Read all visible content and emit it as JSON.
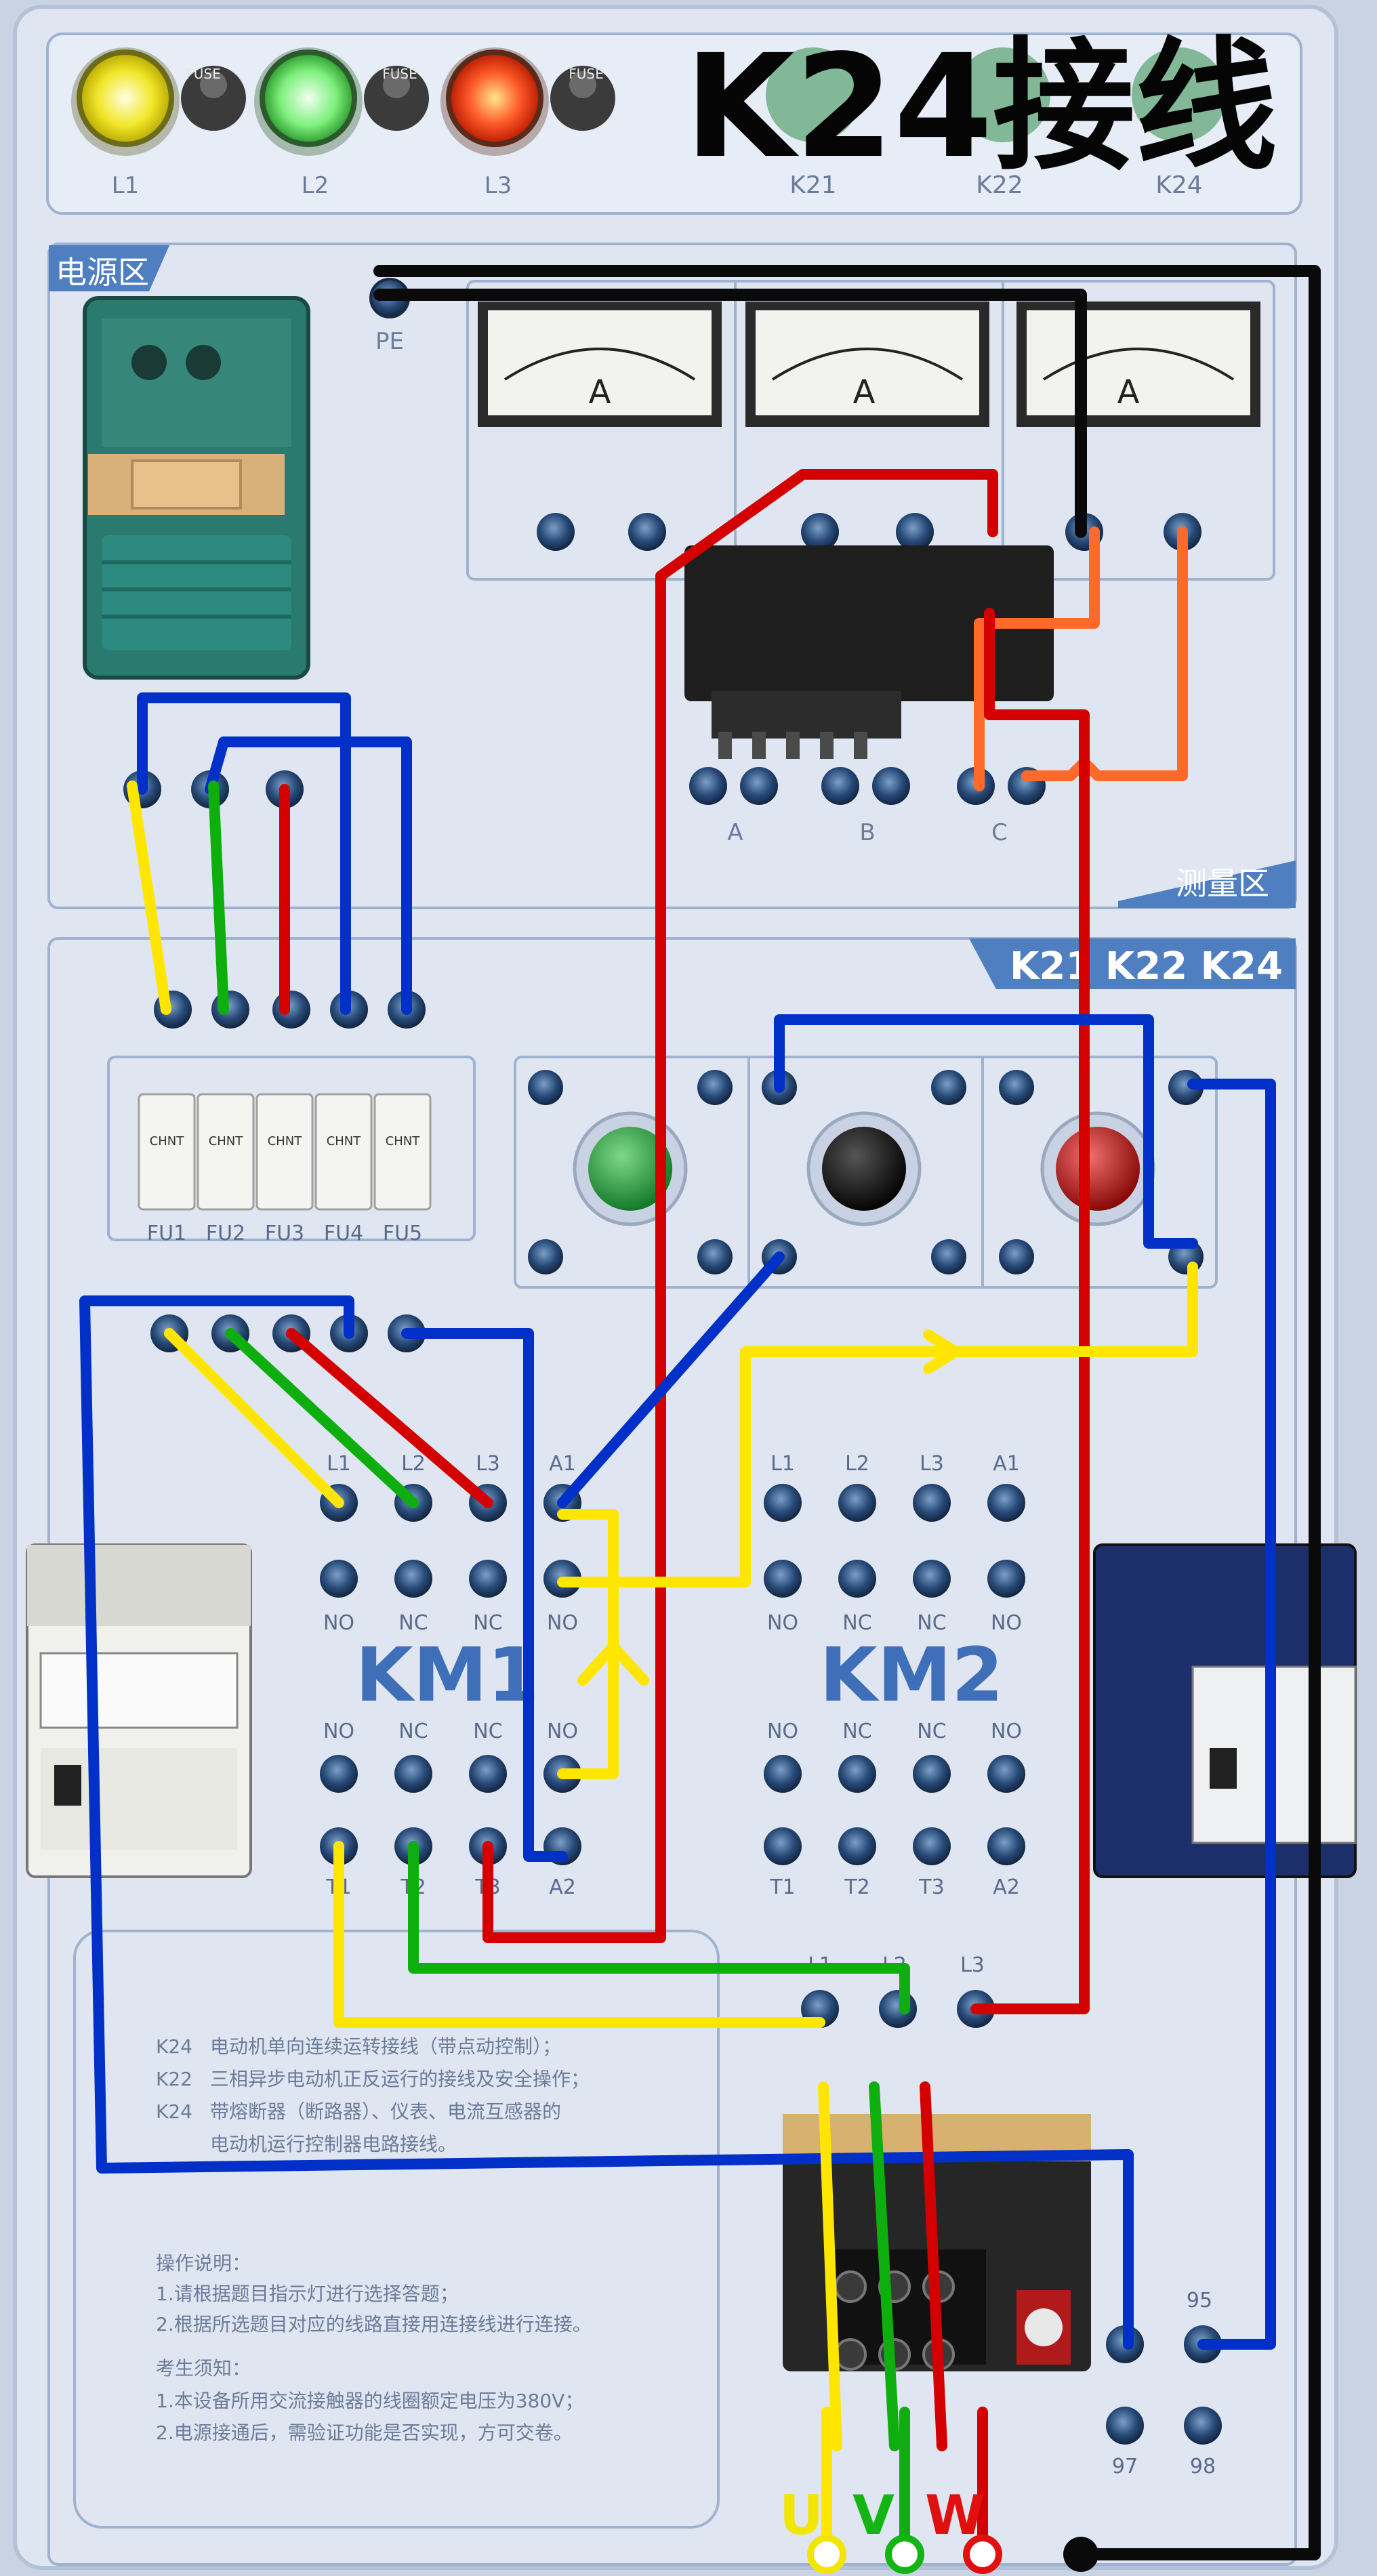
{
  "title": "K24接线",
  "lamps": [
    {
      "label": "L1",
      "color": "#f2e62a"
    },
    {
      "label": "L2",
      "color": "#7ef07e"
    },
    {
      "label": "L3",
      "color": "#ff5a2a"
    }
  ],
  "fuse_text": "FUSE",
  "top_jacks": [
    "K21",
    "K22",
    "K24"
  ],
  "zones": {
    "power": "电源区",
    "measure": "测量区",
    "control": "K21 K22 K24"
  },
  "pe_label": "PE",
  "ammeter_symbol": "A",
  "abc_labels": [
    "A",
    "B",
    "C"
  ],
  "fuse_labels": [
    "FU1",
    "FU2",
    "FU3",
    "FU4",
    "FU5"
  ],
  "fuse_brand": "CHNT",
  "km1": {
    "title": "KM1",
    "row1": [
      "L1",
      "L2",
      "L3",
      "A1"
    ],
    "row2": [
      "NO",
      "NC",
      "NC",
      "NO"
    ],
    "row3": [
      "NO",
      "NC",
      "NC",
      "NO"
    ],
    "row4": [
      "T1",
      "T2",
      "T3",
      "A2"
    ]
  },
  "km2": {
    "title": "KM2",
    "row1": [
      "L1",
      "L2",
      "L3",
      "A1"
    ],
    "row2": [
      "NO",
      "NC",
      "NC",
      "NO"
    ],
    "row3": [
      "NO",
      "NC",
      "NC",
      "NO"
    ],
    "row4": [
      "T1",
      "T2",
      "T3",
      "A2"
    ]
  },
  "motor_terminals": [
    "L1",
    "L2",
    "L3"
  ],
  "relay_labels": [
    "95",
    "97",
    "98"
  ],
  "uvw": [
    {
      "label": "U",
      "color": "#f2e600"
    },
    {
      "label": "V",
      "color": "#13b513"
    },
    {
      "label": "W",
      "color": "#e01010"
    }
  ],
  "notes": {
    "items": [
      {
        "code": "K24",
        "text": "电动机单向连续运转接线（带点动控制）；"
      },
      {
        "code": "K22",
        "text": "三相异步电动机正反运行的接线及安全操作；"
      },
      {
        "code": "K24",
        "text": "带熔断器（断路器）、仪表、电流互感器的"
      },
      {
        "code": "",
        "text": "电动机运行控制器电路接线。"
      }
    ],
    "ops_title": "操作说明：",
    "ops": [
      "1.请根据题目指示灯进行选择答题；",
      "2.根据所选题目对应的线路直接用连接线进行连接。"
    ],
    "exam_title": "考生须知：",
    "exam": [
      "1.本设备所用交流接触器的线圈额定电压为380V；",
      "2.电源接通后，需验证功能是否实现，方可交卷。"
    ]
  },
  "wire_colors": {
    "yellow": "#ffe600",
    "green": "#0fae0f",
    "red": "#d40000",
    "blue": "#0030c8",
    "black": "#0a0a0a",
    "orange": "#ff6a2a"
  }
}
